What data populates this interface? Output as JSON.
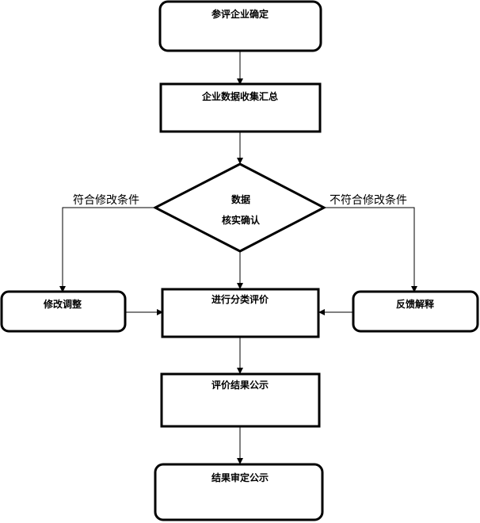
{
  "diagram": {
    "nodes": {
      "confirm_enterprises": "参评企业确定",
      "data_collection": "企业数据收集汇总",
      "verify_line1": "数据",
      "verify_line2": "核实确认",
      "modify_adjust": "修改调整",
      "classify_evaluate": "进行分类评价",
      "feedback_explain": "反馈解释",
      "publish_results": "评价结果公示",
      "review_results": "结果审定公示"
    },
    "edges": {
      "meets_conditions": "符合修改条件",
      "not_meets_conditions": "不符合修改条件"
    }
  }
}
